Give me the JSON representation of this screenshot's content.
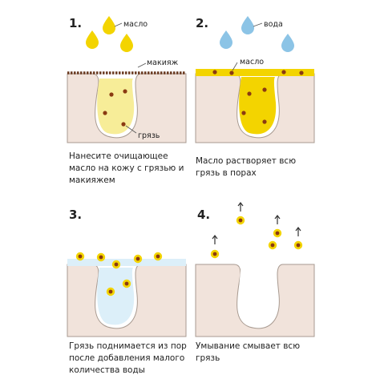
{
  "colors": {
    "skin": "#f1e3db",
    "skin_line": "#a89a90",
    "oil": "#f3d400",
    "oil_light": "#f7ed98",
    "water": "#8cc4e6",
    "water_light": "#dceff9",
    "dirt": "#8a3a12",
    "dirt_ring": "#f3d400",
    "makeup": "#6a3a20"
  },
  "steps": [
    {
      "number": "1.",
      "labels": {
        "drops": "масло",
        "surface": "макияж",
        "pore": "грязь"
      },
      "caption": "Нанесите очищающее\nмасло на кожу с грязью и\nмакияжем"
    },
    {
      "number": "2.",
      "labels": {
        "drops": "вода",
        "surface": "масло"
      },
      "caption": "Масло растворяет всю\nгрязь в порах"
    },
    {
      "number": "3.",
      "caption": "Грязь поднимается из пор\nпосле добавления малого\nколичества воды"
    },
    {
      "number": "4.",
      "caption": "Умывание смывает всю\nгрязь"
    }
  ]
}
